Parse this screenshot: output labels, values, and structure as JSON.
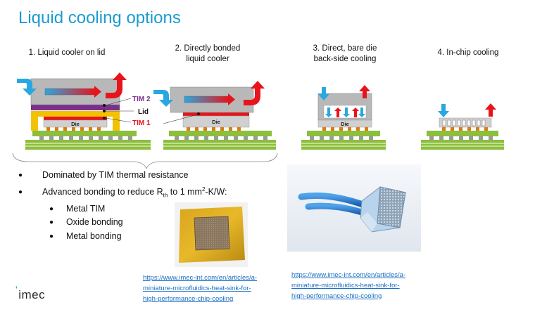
{
  "slide": {
    "title": "Liquid cooling options",
    "options": [
      {
        "caption_lines": [
          "1. Liquid cooler on lid"
        ]
      },
      {
        "caption_lines": [
          "2. Directly bonded",
          "liquid cooler"
        ]
      },
      {
        "caption_lines": [
          "3. Direct, bare die",
          "back-side cooling"
        ]
      },
      {
        "caption_lines": [
          "4. In-chip cooling"
        ]
      }
    ],
    "diagram_labels": {
      "tim2": "TIM 2",
      "lid": "Lid",
      "tim1": "TIM 1",
      "die": "Die"
    },
    "bullets": [
      {
        "text": "Dominated by TIM thermal resistance"
      },
      {
        "parts": [
          "Advanced bonding to reduce R",
          "th",
          " to 1 mm",
          "2",
          "-K/W:"
        ]
      }
    ],
    "sub_bullets": [
      "Metal TIM",
      "Oxide bonding",
      "Metal bonding"
    ],
    "links": [
      {
        "lines": [
          "https://www.imec-int.com/en/articles/a-",
          "miniature-microfluidics-heat-sink-for-",
          "high-performance-chip-cooling"
        ]
      },
      {
        "lines": [
          "https://www.imec-int.com/en/articles/a-",
          "miniature-microfluidics-heat-sink-for-",
          "high-performance-chip-cooling"
        ]
      }
    ],
    "logo": "imec",
    "colors": {
      "title": "#1a9bcf",
      "cooler": "#b8b8b8",
      "tim2": "#7b2e8e",
      "lid": "#f2c200",
      "tim1": "#e8141b",
      "die": "#d0d0d0",
      "substrate": "#8bbf3c",
      "bumps": "#e07a10",
      "arrow_cold": "#2aa7e0",
      "arrow_hot": "#e8141b",
      "link": "#1a6ec2"
    },
    "icons": [
      "inlet-arrow-icon",
      "outlet-arrow-icon",
      "flow-arrow-icon",
      "chip-photo",
      "heat-sink-photo"
    ]
  }
}
